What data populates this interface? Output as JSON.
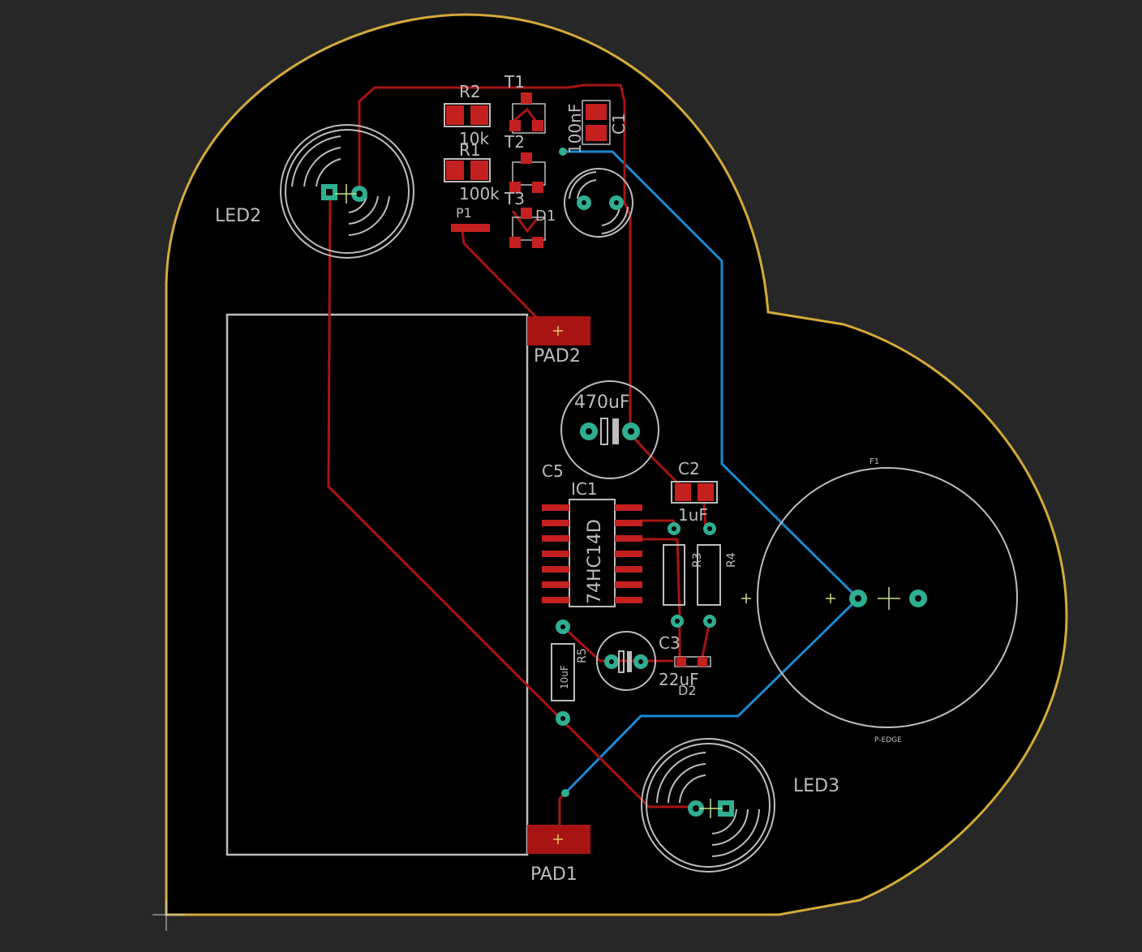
{
  "colors": {
    "background": "#272727",
    "board_fill": "#000000",
    "board_outline": "#d4aa3a",
    "silkscreen": "#bdbdbd",
    "top_copper": "#a81414",
    "top_pad": "#c42020",
    "bottom_copper": "#1a8ad0",
    "via": "#2fae92"
  },
  "labels": {
    "r2": "R2",
    "t1": "T1",
    "c1": "C1",
    "val_10k": "10k",
    "val_100nf": "100nF",
    "r1": "R1",
    "t2": "T2",
    "val_100k": "100k",
    "t3": "T3",
    "p1": "P1",
    "d1": "D1",
    "led2": "LED2",
    "pad2": "PAD2",
    "val_470uf": "470uF",
    "c5": "C5",
    "c2": "C2",
    "ic1": "IC1",
    "ic1_value": "74HC14D",
    "val_1uf": "1uF",
    "r3": "R3",
    "r4": "R4",
    "r5": "R5",
    "r5_value": "10uF",
    "c3": "C3",
    "val_22uf": "22uF",
    "d2": "D2",
    "led3": "LED3",
    "pad1": "PAD1",
    "f1": "F1",
    "pe_edge": "P-EDGE"
  }
}
